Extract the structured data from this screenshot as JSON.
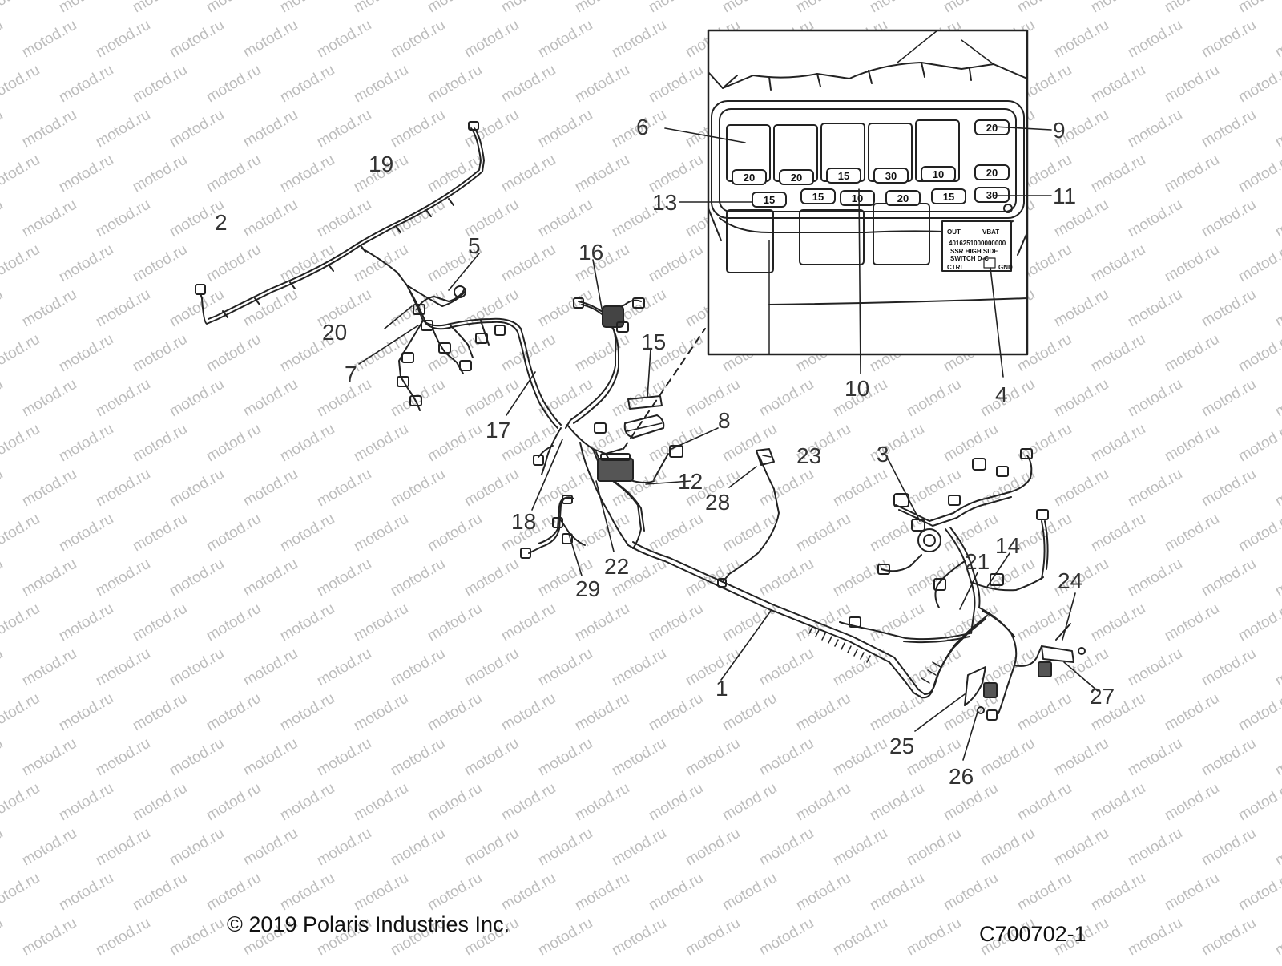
{
  "diagram": {
    "watermark": "motod.ru",
    "colors": {
      "line": "#222222",
      "callout": "#333333",
      "watermark": "#bdbdbd"
    },
    "callouts": [
      "1",
      "2",
      "3",
      "4",
      "5",
      "6",
      "7",
      "8",
      "9",
      "10",
      "11",
      "12",
      "13",
      "14",
      "15",
      "16",
      "17",
      "18",
      "19",
      "20",
      "21",
      "22",
      "23",
      "24",
      "25",
      "26",
      "27",
      "28",
      "29"
    ],
    "inset": {
      "fuse_values": [
        "20",
        "20",
        "15",
        "30",
        "10",
        "20",
        "15",
        "15",
        "10",
        "20",
        "15",
        "20",
        "30"
      ],
      "module_text": {
        "out": "OUT",
        "vbat": "VBAT",
        "part": "4016251000000000",
        "line1": "SSR HIGH SIDE",
        "line2": "SWITCH D-C",
        "ctrl": "CTRL",
        "gnd": "GND"
      }
    }
  },
  "footer": {
    "copyright": "© 2019 Polaris Industries Inc.",
    "code": "C700702-1"
  }
}
